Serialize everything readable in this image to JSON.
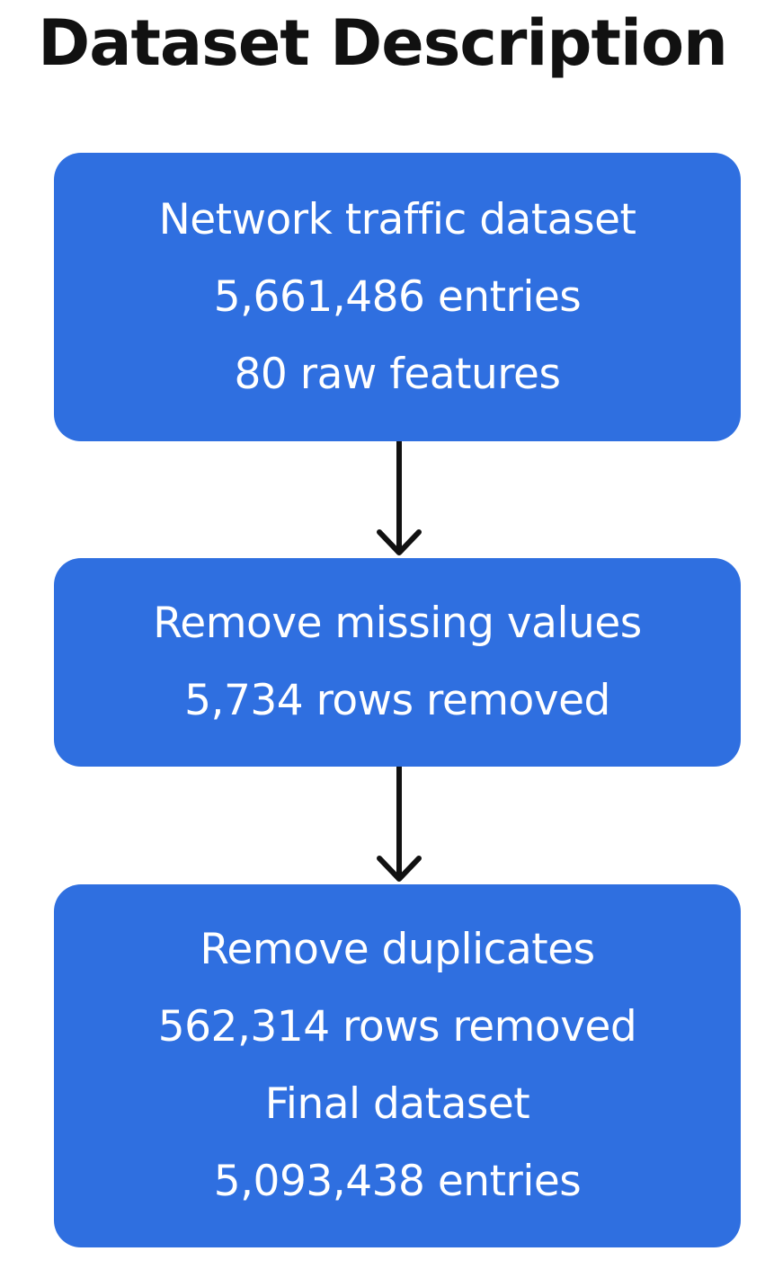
{
  "title": "Dataset Description",
  "steps": [
    {
      "lines": [
        "Network traffic dataset",
        "5,661,486 entries",
        "80 raw features"
      ]
    },
    {
      "lines": [
        "Remove missing values",
        "5,734 rows removed"
      ]
    },
    {
      "lines": [
        "Remove duplicates",
        "562,314 rows removed",
        "Final dataset",
        "5,093,438 entries"
      ]
    }
  ],
  "colors": {
    "box_fill": "#2f6fe0",
    "box_text": "#ffffff",
    "title_text": "#111111",
    "arrow": "#111111"
  }
}
